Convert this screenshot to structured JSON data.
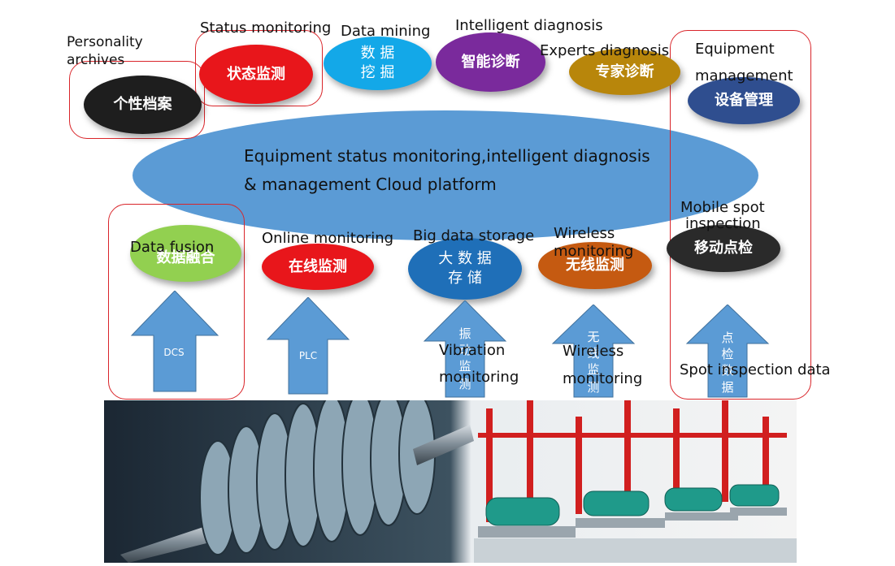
{
  "platform": {
    "line1": "Equipment status monitoring,intelligent diagnosis",
    "line2": "& management Cloud platform"
  },
  "top_modules": {
    "personality": {
      "en": "Personality archives",
      "cn": "个性档案"
    },
    "status": {
      "en": "Status monitoring",
      "cn": "状态监测"
    },
    "mining": {
      "en": "Data mining",
      "cn_line1": "数 据",
      "cn_line2": "挖 掘"
    },
    "intelligent": {
      "en": "Intelligent diagnosis",
      "cn": "智能诊断"
    },
    "experts": {
      "en": "Experts diagnosis",
      "cn": "专家诊断"
    },
    "equipment": {
      "en_line1": "Equipment",
      "en_line2": "management",
      "cn": "设备管理"
    }
  },
  "middle_modules": {
    "fusion": {
      "en": "Data fusion",
      "cn": "数据融合"
    },
    "online": {
      "en": "Online monitoring",
      "cn": "在线监测"
    },
    "bigdata": {
      "en": "Big data storage",
      "cn_line1": "大 数 据",
      "cn_line2": "存 储"
    },
    "wireless": {
      "en_line1": "Wireless",
      "en_line2": "monitoring",
      "cn": "无线监测"
    },
    "mobile": {
      "en_line1": "Mobile spot",
      "en_line2": "inspection",
      "cn": "移动点检"
    }
  },
  "arrows": {
    "dcs": "DCS",
    "plc": "PLC",
    "vibration": {
      "cn": [
        "振",
        "动",
        "监",
        "测"
      ],
      "en_line1": "Vibration",
      "en_line2": "monitoring"
    },
    "wireless": {
      "cn": [
        "无",
        "线",
        "监",
        "测"
      ],
      "en_line1": "Wireless",
      "en_line2": "monitoring"
    },
    "spot": {
      "cn": [
        "点",
        "检",
        "数",
        "据"
      ],
      "en": "Spot inspection data"
    }
  },
  "colors": {
    "platform": "#5b9bd5",
    "black": "#1e1e1e",
    "red": "#e8161b",
    "cyan": "#13a8e8",
    "purple": "#7a2a9c",
    "gold": "#b8860b",
    "navy": "#2f4e8f",
    "green": "#92d050",
    "blue": "#1f6fb8",
    "orange": "#c55a11",
    "dark": "#2a2a2a",
    "arrow": "#5b9bd5",
    "frame": "#d9252a"
  }
}
